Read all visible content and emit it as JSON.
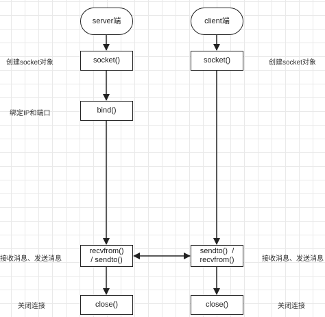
{
  "server": {
    "start": "server端",
    "socket": "socket()",
    "bind": "bind()",
    "recv_send_line1": "recvfrom()",
    "recv_send_line2": "/ sendto()",
    "close": "close()"
  },
  "client": {
    "start": "client端",
    "socket": "socket()",
    "send_recv_line1": "sendto()  /",
    "send_recv_line2": "recvfrom()",
    "close": "close()"
  },
  "side_labels": {
    "server_create_socket": "创建socket对象",
    "server_bind": "绑定IP和端口",
    "server_recv_send": "接收消息、发送消息",
    "server_close": "关闭连接",
    "client_create_socket": "创建socket对象",
    "client_recv_send": "接收消息、发送消息",
    "client_close": "关闭连接"
  },
  "colors": {
    "stroke": "#222222",
    "grid": "#e9e9e9"
  }
}
